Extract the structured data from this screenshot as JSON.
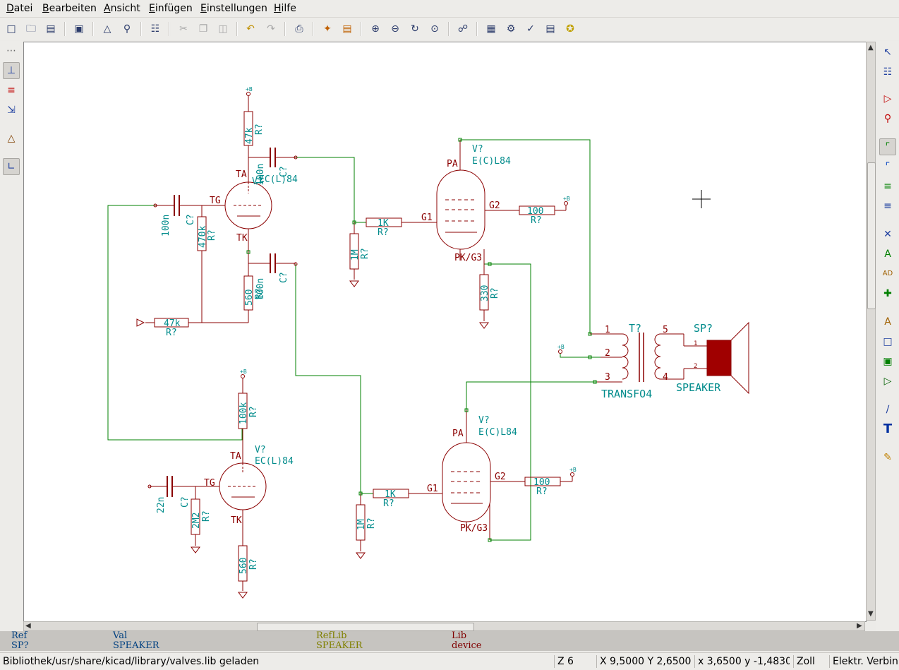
{
  "menu": [
    "Datei",
    "Bearbeiten",
    "Ansicht",
    "Einfügen",
    "Einstellungen",
    "Hilfe"
  ],
  "toolbar_icons": [
    "new-icon",
    "open-icon",
    "save-project-icon",
    "save-sheet-icon",
    "navigate-hierarchy-icon",
    "find-icon",
    "library-editor-icon",
    "cut-icon",
    "copy-icon",
    "paste-icon",
    "undo-icon",
    "redo-icon",
    "print-icon",
    "netlist-icon",
    "annotate-icon",
    "zoom-in-icon",
    "zoom-out-icon",
    "zoom-redraw-icon",
    "zoom-fit-icon",
    "find-component-icon",
    "erc-icon",
    "netlist-gen-icon",
    "bom-icon",
    "cvpcb-icon",
    "pcbnew-icon"
  ],
  "left_tools": [
    "grid-icon",
    "cursor-units-icon",
    "hidden-pins-icon",
    "bus-entry-icon",
    "component-icon",
    "orthogonal-lines-icon"
  ],
  "right_tools": [
    "select-icon",
    "hierarchy-navigate-icon",
    "place-component-icon",
    "place-power-icon",
    "place-wire-icon",
    "place-bus-icon",
    "wire-to-bus-entry-icon",
    "bus-to-bus-entry-icon",
    "no-connect-icon",
    "net-label-icon",
    "global-label-icon",
    "junction-icon",
    "hierarchical-label-icon",
    "hierarchical-sheet-icon",
    "import-sheet-pin-icon",
    "hierarchical-pin-icon",
    "graphic-line-icon",
    "graphic-text-icon",
    "delete-icon"
  ],
  "colors": {
    "wire": "#008000",
    "component": "#8b0000",
    "field": "#008b8b",
    "speaker_fill": "#a00000"
  },
  "schematic": {
    "labels": {
      "ta1": "TA",
      "tg1": "TG",
      "tk1": "TK",
      "vref1": "V?",
      "vval1": "EC(L)84",
      "ta2": "TA",
      "tg2": "TG",
      "tk2": "TK",
      "vref2": "V?",
      "vval2": "EC(L)84",
      "pa1": "PA",
      "g1a": "G1",
      "g2a": "G2",
      "pk1": "PK/G3",
      "vref3": "V?",
      "vval3": "E(C)L84",
      "pa2": "PA",
      "g1b": "G1",
      "g2b": "G2",
      "pk2": "PK/G3",
      "vref4": "V?",
      "vval4": "E(C)L84",
      "tref": "T?",
      "tval": "TRANSFO4",
      "t1": "1",
      "t2": "2",
      "t3": "3",
      "t4": "4",
      "t5": "5",
      "spref": "SP?",
      "spval": "SPEAKER",
      "sp1": "1",
      "sp2": "2",
      "power": "+B"
    },
    "resistors": [
      {
        "val": "47k",
        "ref": "R?"
      },
      {
        "val": "470k",
        "ref": "R?"
      },
      {
        "val": "560",
        "ref": "R?"
      },
      {
        "val": "47k",
        "ref": "R?"
      },
      {
        "val": "1K",
        "ref": "R?"
      },
      {
        "val": "1M",
        "ref": "R?"
      },
      {
        "val": "100",
        "ref": "R?"
      },
      {
        "val": "330",
        "ref": "R?"
      },
      {
        "val": "100k",
        "ref": "R?"
      },
      {
        "val": "2M2",
        "ref": "R?"
      },
      {
        "val": "560",
        "ref": "R?"
      },
      {
        "val": "1K",
        "ref": "R?"
      },
      {
        "val": "1M",
        "ref": "R?"
      },
      {
        "val": "100",
        "ref": "R?"
      }
    ],
    "capacitors": [
      {
        "val": "100n",
        "ref": "C?"
      },
      {
        "val": "100n",
        "ref": "C?"
      },
      {
        "val": "100n",
        "ref": "C?"
      },
      {
        "val": "22n",
        "ref": "C?"
      }
    ]
  },
  "message_panel": {
    "ref_label": "Ref",
    "ref_value": "SP?",
    "val_label": "Val",
    "val_value": "SPEAKER",
    "reflib_label": "RefLib",
    "reflib_value": "SPEAKER",
    "lib_label": "Lib",
    "lib_value": "device"
  },
  "status": {
    "message": "Bibliothek/usr/share/kicad/library/valves.lib geladen",
    "zoom": "Z 6",
    "abs_coords": "X 9,5000  Y 2,6500",
    "rel_coords": "x 3,6500  y -1,4830",
    "units": "Zoll",
    "mode": "Elektr. Verbin"
  }
}
